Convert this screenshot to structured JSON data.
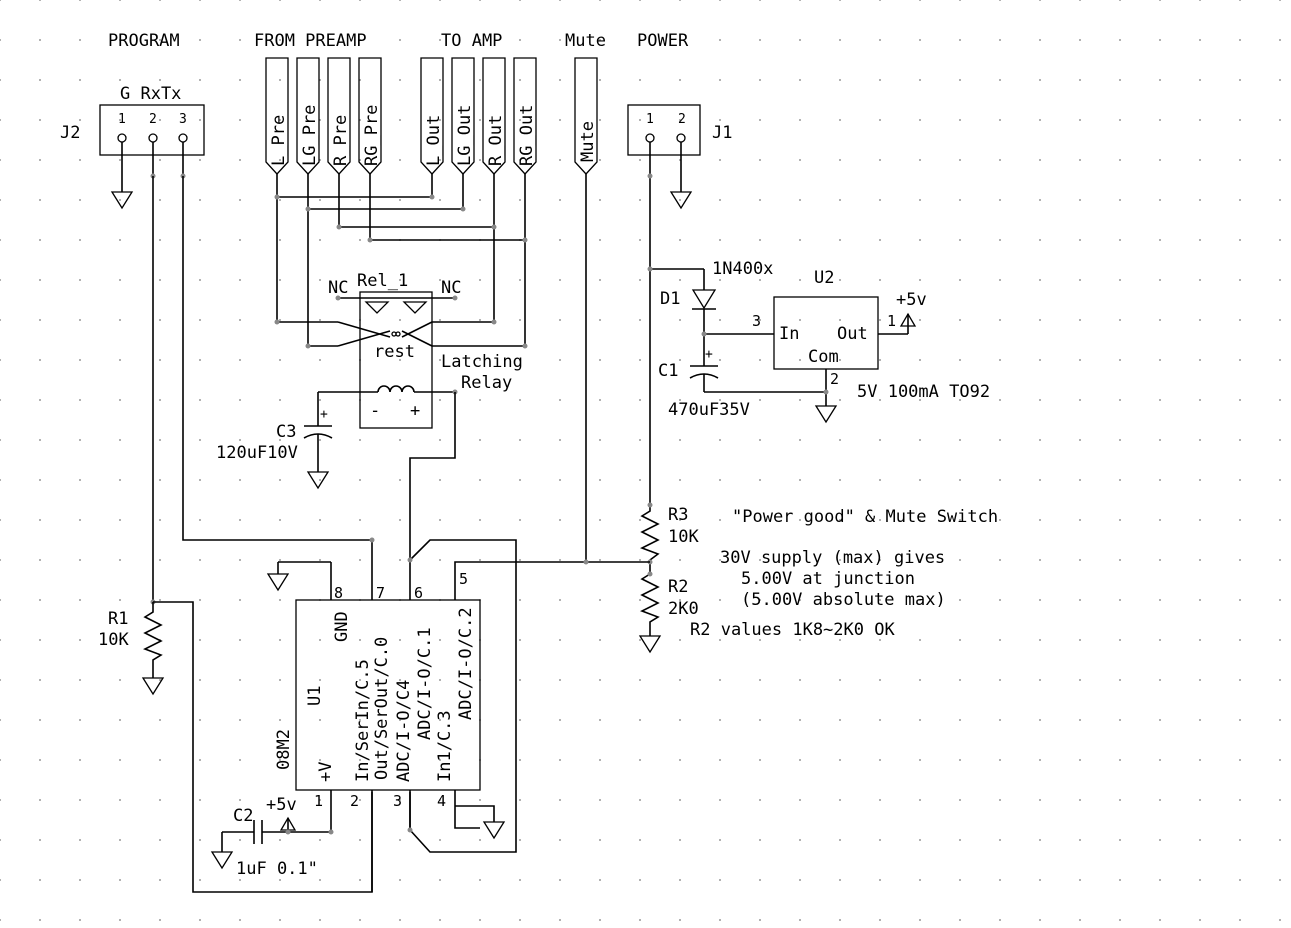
{
  "headers": {
    "program": "PROGRAM",
    "from_preamp": "FROM PREAMP",
    "to_amp": "TO AMP",
    "mute": "Mute",
    "power": "POWER"
  },
  "j2": {
    "ref": "J2",
    "pin_names": "G RxTx",
    "pins": [
      "1",
      "2",
      "3"
    ]
  },
  "j1": {
    "ref": "J1",
    "pins": [
      "1",
      "2"
    ]
  },
  "ports": [
    "L_Pre",
    "LG_Pre",
    "R_Pre",
    "RG_Pre",
    "L_Out",
    "LG_Out",
    "R_Out",
    "RG_Out",
    "Mute"
  ],
  "relay": {
    "ref": "Rel_1",
    "nc_left": "NC",
    "nc_right": "NC",
    "rest": "rest",
    "minus": "-",
    "plus": "+",
    "desc_line1": "Latching",
    "desc_line2": "Relay"
  },
  "c3": {
    "ref": "C3",
    "value": "120uF10V",
    "polarity": "+"
  },
  "regulator": {
    "d1_ref": "D1",
    "d1_value": "1N400x",
    "u2_ref": "U2",
    "in": "In",
    "out": "Out",
    "com": "Com",
    "pin_in": "3",
    "pin_out": "1",
    "pin_com": "2",
    "supply": "+5v",
    "desc": "5V 100mA TO92",
    "c1_ref": "C1",
    "c1_value": "470uF35V",
    "c1_polarity": "+"
  },
  "divider": {
    "r3_ref": "R3",
    "r3_value": "10K",
    "r2_ref": "R2",
    "r2_value": "2K0",
    "note_title": "\"Power good\" & Mute Switch",
    "note_line1": "30V supply (max) gives",
    "note_line2": "5.00V at junction",
    "note_line3": "(5.00V absolute max)",
    "note_r2": "R2 values 1K8~2K0 OK"
  },
  "r1": {
    "ref": "R1",
    "value": "10K"
  },
  "mcu": {
    "ref": "U1",
    "part": "08M2",
    "top_pins": [
      "8",
      "7",
      "6",
      "5"
    ],
    "bottom_pins": [
      "1",
      "2",
      "3",
      "4"
    ],
    "top_labels": [
      "GND",
      "Out/SerOut/C.0",
      "ADC/I-O/C.1",
      "ADC/I-O/C.2"
    ],
    "bottom_labels": [
      "+V",
      "In/SerIn/C.5",
      "ADC/I-O/C4",
      "In1/C.3"
    ]
  },
  "c2": {
    "ref": "C2",
    "value": "1uF 0.1\"",
    "supply": "+5v"
  }
}
